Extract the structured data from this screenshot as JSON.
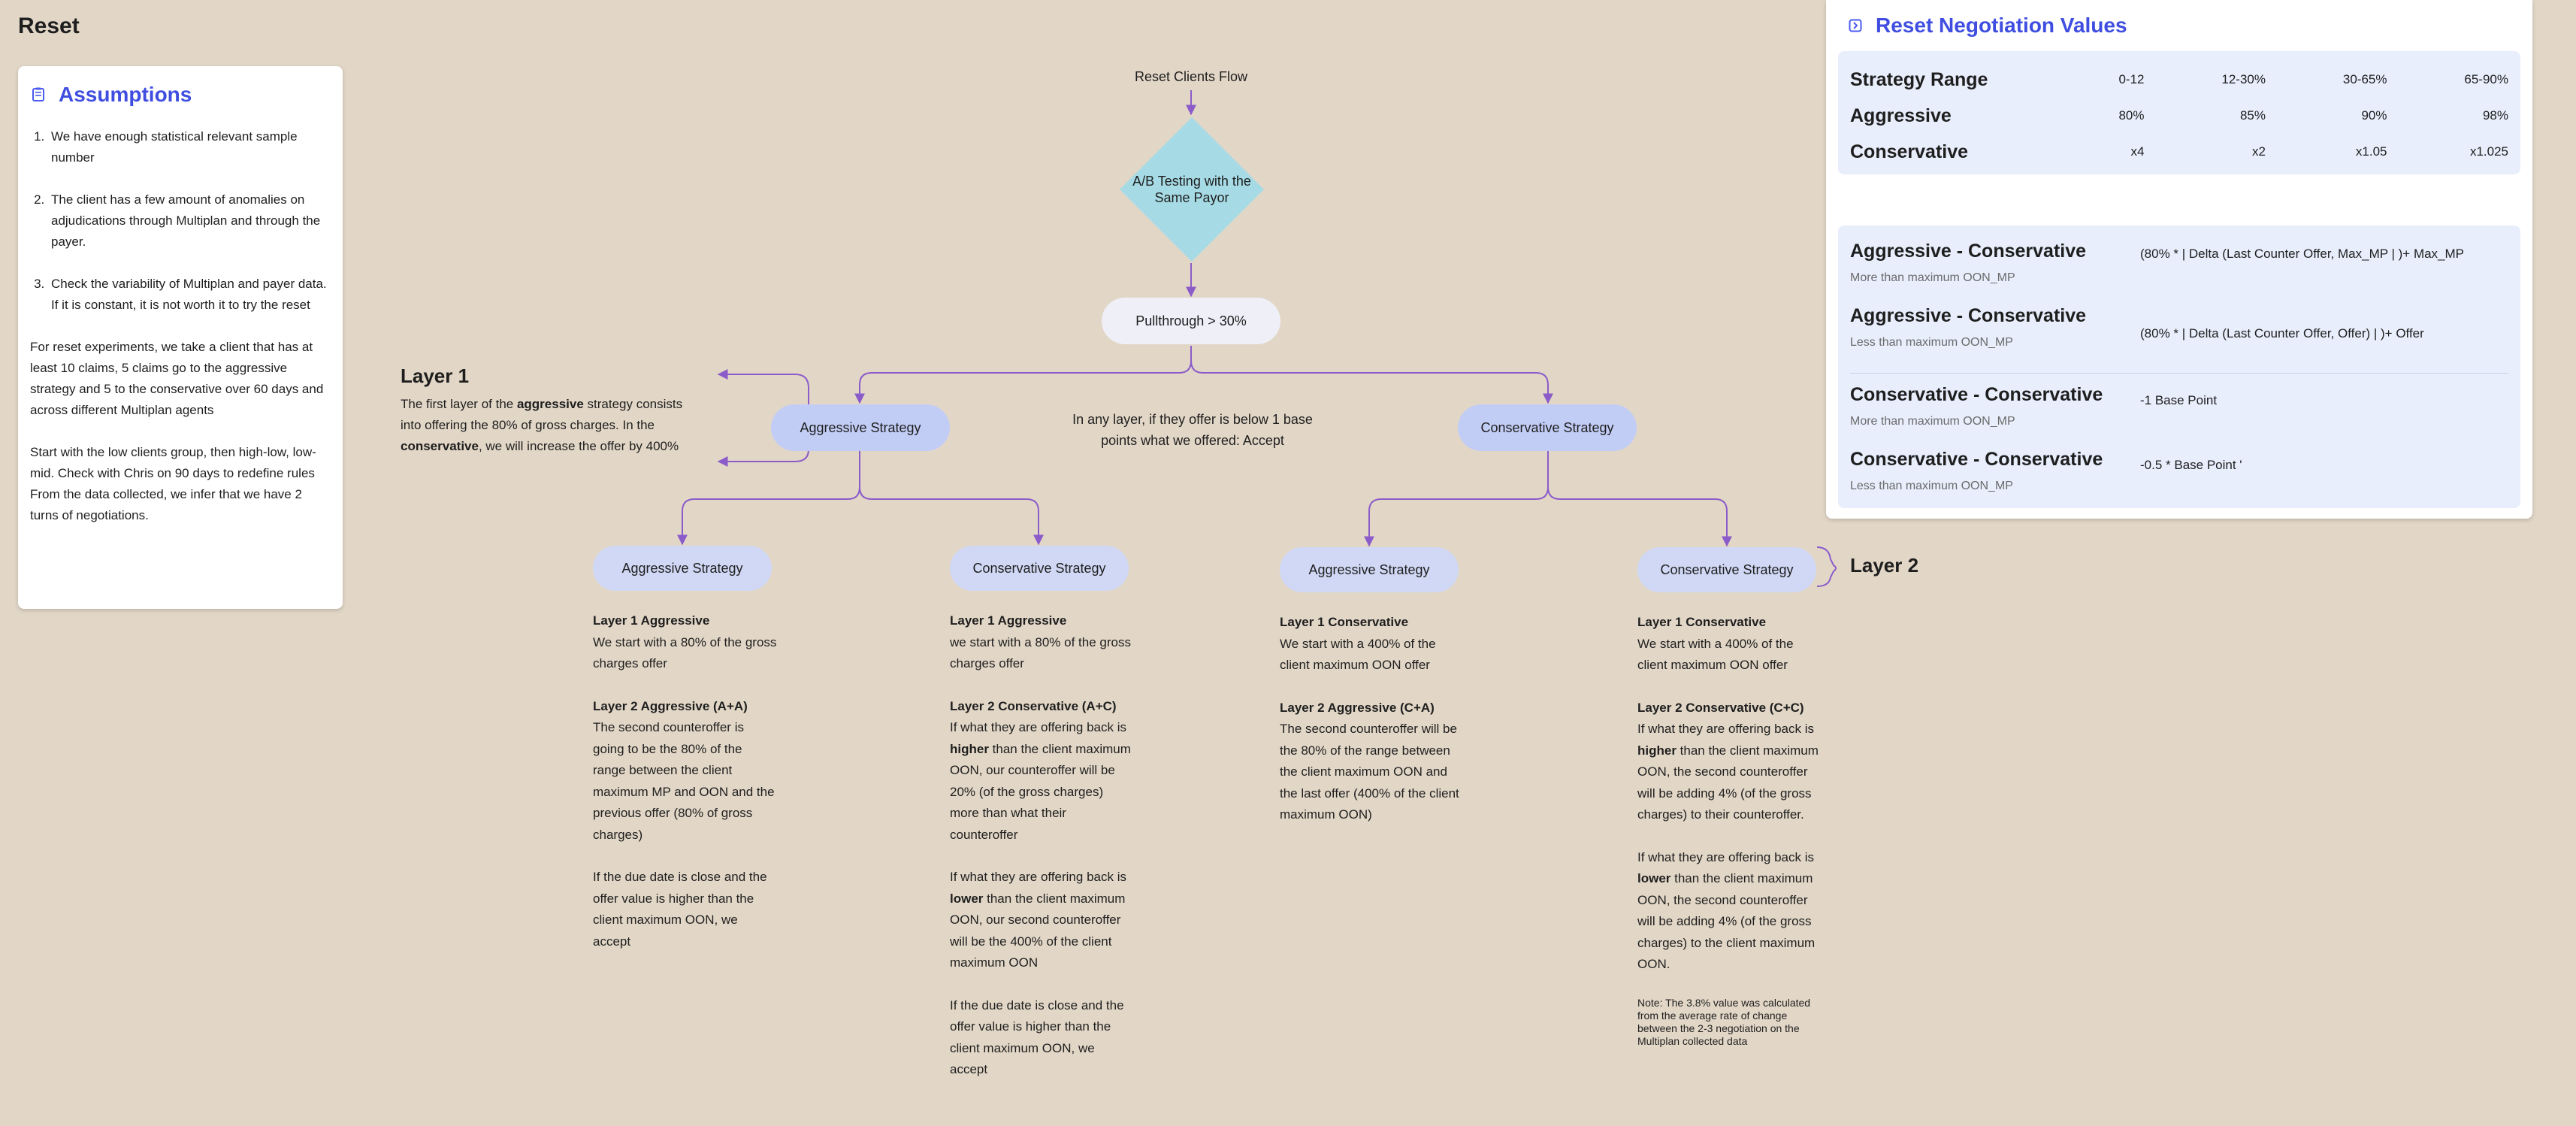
{
  "board": {
    "title": "Reset"
  },
  "assumptions": {
    "title": "Assumptions",
    "icon": "document-icon",
    "items": [
      "We have enough statistical relevant sample number",
      "The client has a few amount of anomalies on adjudications through Multiplan and through the payer.",
      "Check the variability of Multiplan and payer data. If it is constant, it is not worth it to try the reset"
    ],
    "paragraphs": [
      "For reset experiments, we take a client that has at least 10 claims, 5 claims go to the aggressive strategy and 5 to the conservative over 60 days and across different Multiplan agents",
      "Start with the low clients group, then high-low, low- mid. Check with Chris on 90 days to redefine rules\nFrom the data collected, we infer that we have 2 turns of negotiations."
    ]
  },
  "flow": {
    "title": "Reset Clients Flow",
    "decision": "A/B Testing with the Same Payor",
    "pullthrough": "Pullthrough > 30%",
    "mid_note": "In any layer, if they offer is below 1 base points what we offered: Accept",
    "layer1": {
      "heading": "Layer 1",
      "text_parts": [
        "The first layer of the ",
        "aggressive",
        " strategy consists into offering the 80% of gross charges. In the ",
        "conservative",
        ", we will increase the offer by 400%"
      ],
      "aggressive": "Aggressive Strategy",
      "conservative": "Conservative Strategy"
    },
    "layer2": {
      "heading": "Layer 2",
      "nodes": [
        "Aggressive Strategy",
        "Conservative Strategy",
        "Aggressive Strategy",
        "Conservative Strategy"
      ]
    },
    "descriptions": [
      {
        "l1_head": "Layer 1 Aggressive",
        "l1_text": "We start with a 80% of the gross charges offer",
        "l2_head": "Layer 2 Aggressive (A+A)",
        "p1": "The second counteroffer is going to be the 80% of the range between the client maximum MP and OON and the previous offer (80% of gross charges)",
        "p2": "If the due date is close and the offer value is higher than the client maximum OON, we accept"
      },
      {
        "l1_head": "Layer 1 Aggressive",
        "l1_text": "we start with a 80% of the gross charges offer",
        "l2_head": "Layer 2 Conservative (A+C)",
        "p1_a": "If what they are offering back is ",
        "p1_b": "higher",
        "p1_c": " than the client maximum OON, our counteroffer will be 20% (of the gross charges) more than what their counteroffer",
        "p2_a": "If what they are offering back is ",
        "p2_b": "lower",
        "p2_c": " than the client maximum OON, our second counteroffer will be the 400% of the client maximum OON",
        "p3": "If the due date is close and the offer value is higher than the client maximum OON, we accept"
      },
      {
        "l1_head": "Layer 1 Conservative",
        "l1_text": "We start with a 400% of the client maximum OON offer",
        "l2_head": "Layer 2 Aggressive (C+A)",
        "p1": "The second counteroffer will be the 80% of the range between the client maximum OON and the last offer (400% of the client maximum OON)"
      },
      {
        "l1_head": "Layer 1 Conservative",
        "l1_text": "We start with a 400% of the client maximum OON offer",
        "l2_head": "Layer 2 Conservative (C+C)",
        "p1_a": "If what they are offering back is ",
        "p1_b": "higher",
        "p1_c": " than the client maximum OON, the second counteroffer will be adding 4% (of the gross charges) to their counteroffer.",
        "p2_a": "If what they are offering back is ",
        "p2_b": "lower",
        "p2_c": " than the client maximum OON, the second counteroffer will be adding 4% (of the gross charges) to the client maximum OON.",
        "note": "Note: The 3.8% value was calculated from the average rate of change between the 2-3 negotiation on the Multiplan collected data"
      }
    ]
  },
  "negotiation": {
    "title": "Reset Negotiation Values",
    "icon": "collapse-icon",
    "table": {
      "header_label": "Strategy Range",
      "columns": [
        "0-12",
        "12-30%",
        "30-65%",
        "65-90%"
      ],
      "rows": [
        {
          "label": "Aggressive",
          "values": [
            "80%",
            "85%",
            "90%",
            "98%"
          ]
        },
        {
          "label": "Conservative",
          "values": [
            "x4",
            "x2",
            "x1.05",
            "x1.025"
          ]
        }
      ]
    },
    "rules": [
      {
        "title": "Aggressive - Conservative",
        "sub": "More than maximum OON_MP",
        "formula": "(80% * | Delta (Last Counter Offer, Max_MP | )+ Max_MP"
      },
      {
        "title": "Aggressive - Conservative",
        "sub": "Less than maximum OON_MP",
        "formula": "(80% * | Delta (Last Counter Offer, Offer) | )+ Offer"
      },
      {
        "title": "Conservative - Conservative",
        "sub": "More than maximum OON_MP",
        "formula": "-1 Base Point"
      },
      {
        "title": "Conservative - Conservative",
        "sub": "Less than maximum OON_MP",
        "formula": "-0.5 * Base Point '"
      }
    ]
  },
  "colors": {
    "accent": "#3f4ee0",
    "connector": "#8b5cc9",
    "diamond": "#a6dbe6",
    "pill": "#c2cdf6",
    "board": "#e2d7c7"
  }
}
